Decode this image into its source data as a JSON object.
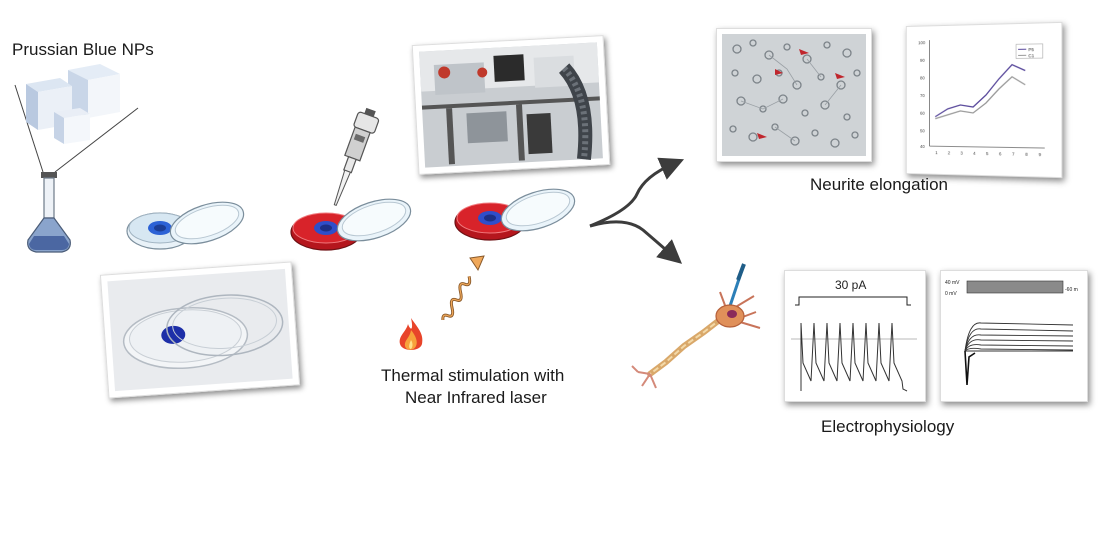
{
  "labels": {
    "nps_title": "Prussian Blue NPs",
    "thermal_line1": "Thermal stimulation with",
    "thermal_line2": "Near Infrared laser",
    "neurite": "Neurite elongation",
    "electro": "Electrophysiology"
  },
  "plot": {
    "legend": [
      "P5",
      "C1"
    ],
    "x_ticks": [
      "1",
      "2",
      "3",
      "4",
      "5",
      "6",
      "7",
      "8",
      "9"
    ],
    "y_ticks": [
      "40",
      "50",
      "60",
      "70",
      "80",
      "90",
      "100"
    ]
  },
  "trace": {
    "current_label": "30 pA",
    "vclamp_top": "40 mV",
    "vclamp_right": "-60 m",
    "vclamp_bottom": "0 mV"
  },
  "colors": {
    "medium_red": "#d8232a",
    "np_blue": "#2a4fd0",
    "arrow": "#3c3c3c"
  }
}
